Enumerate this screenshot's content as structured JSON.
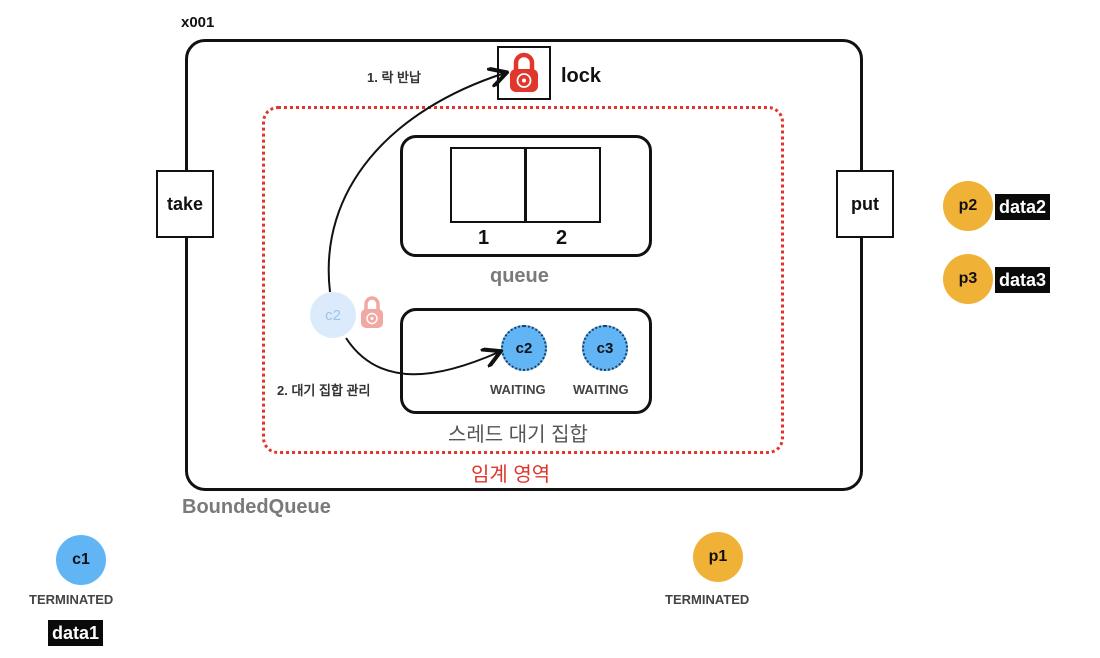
{
  "object_id": "x001",
  "lock_label": "lock",
  "step1_label": "1. 락 반납",
  "step2_label": "2. 대기 집합 관리",
  "take_label": "take",
  "put_label": "put",
  "queue": {
    "title": "queue",
    "slots": [
      "1",
      "2"
    ]
  },
  "wait_set": {
    "title": "스레드 대기 집합",
    "threads": [
      {
        "name": "c2",
        "state": "WAITING"
      },
      {
        "name": "c3",
        "state": "WAITING"
      }
    ]
  },
  "ghost_thread": "c2",
  "critical_section_label": "임계 영역",
  "class_label": "BoundedQueue",
  "producers_waiting": [
    {
      "name": "p2",
      "data": "data2"
    },
    {
      "name": "p3",
      "data": "data3"
    }
  ],
  "consumer_done": {
    "name": "c1",
    "state": "TERMINATED",
    "data": "data1"
  },
  "producer_done": {
    "name": "p1",
    "state": "TERMINATED"
  },
  "colors": {
    "consumer": "#62b5f4",
    "producer": "#f0b236",
    "critical": "#e0362b",
    "lock": "#e0362b"
  }
}
